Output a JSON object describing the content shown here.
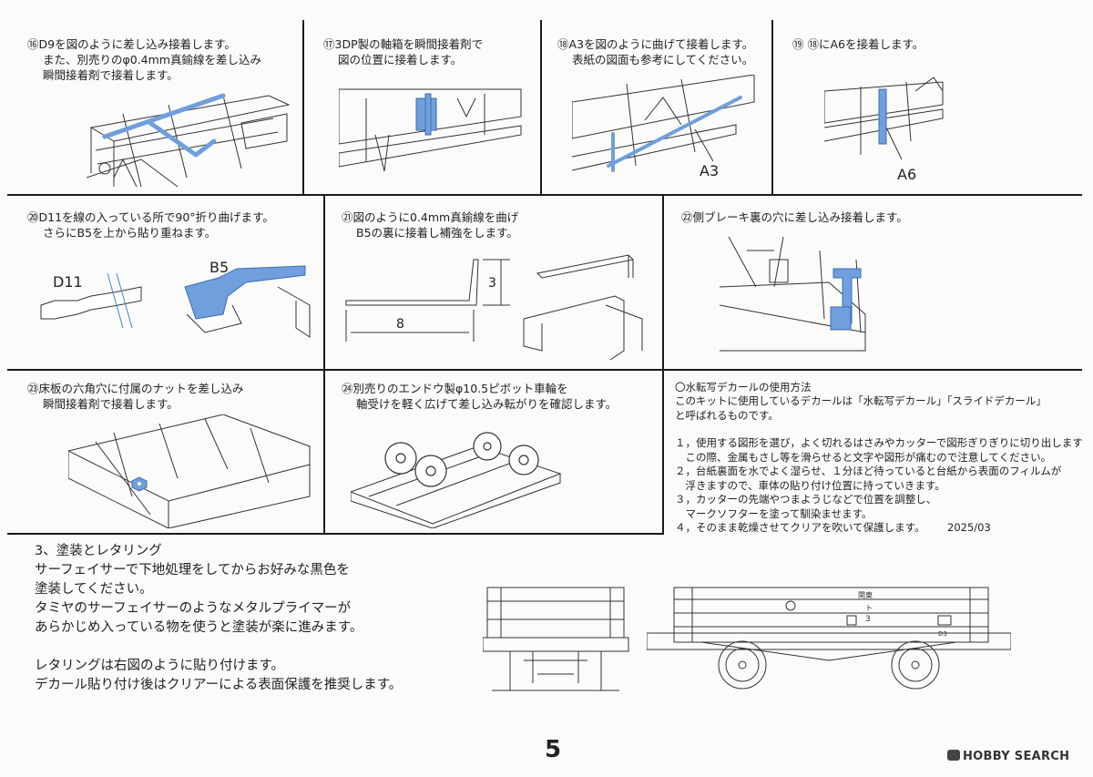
{
  "steps": [
    {
      "lines": [
        "⑯D9を図のように差し込み接着します。",
        "また、別売りのφ0.4mm真鍮線を差し込み",
        "瞬間接着剤で接着します。"
      ]
    },
    {
      "lines": [
        "⑰3DP製の軸箱を瞬間接着剤で",
        "図の位置に接着します。"
      ]
    },
    {
      "lines": [
        "⑱A3を図のように曲げて接着します。",
        "表紙の図面も参考にしてください。"
      ],
      "label": "A3"
    },
    {
      "lines": [
        "⑲ ⑱にA6を接着します。"
      ],
      "label": "A6"
    },
    {
      "lines": [
        "⑳D11を線の入っている所で90°折り曲げます。",
        "さらにB5を上から貼り重ねます。"
      ],
      "label1": "D11",
      "label2": "B5"
    },
    {
      "lines": [
        "㉑図のように0.4mm真鍮線を曲げ",
        "B5の裏に接着し補強をします。"
      ],
      "dim1": "3",
      "dim2": "8"
    },
    {
      "lines": [
        "㉒側ブレーキ裏の穴に差し込み接着します。"
      ]
    },
    {
      "lines": [
        "㉓床板の六角穴に付属のナットを差し込み",
        "瞬間接着剤で接着します。"
      ]
    },
    {
      "lines": [
        "㉔別売りのエンドウ製φ10.5ピボット車輪を",
        "軸受けを軽く広げて差し込み転がりを確認します。"
      ]
    }
  ],
  "decal": {
    "title": "〇水転写デカールの使用方法",
    "intro": [
      "このキットに使用しているデカールは「水転写デカール」「スライドデカール」",
      "と呼ばれるものです。"
    ],
    "items": [
      "１，使用する図形を選び，よく切れるはさみやカッターで図形ぎりぎりに切り出します",
      "　この際、金属もさし等を滑らせると文字や図形が痛むので注意してください。",
      "２，台紙裏面を水でよく湿らせ、１分ほど待っていると台紙から表面のフィルムが",
      "　浮きますので、車体の貼り付け位置に持っていきます。",
      "３，カッターの先端やつまようじなどで位置を調整し、",
      "　マークソフターを塗って馴染ませます。",
      "４，そのまま乾燥させてクリアを吹いて保護します。"
    ],
    "date": "2025/03"
  },
  "section3": {
    "lines": [
      "3、塗装とレタリング",
      "サーフェイサーで下地処理をしてからお好みな黒色を",
      "塗装してください。",
      "タミヤのサーフェイサーのようなメタルプライマーが",
      "あらかじめ入っている物を使うと塗装が楽に進みます。",
      "",
      "レタリングは右図のように貼り付けます。",
      "デカール貼り付け後はクリアーによる表面保護を推奨します。"
    ]
  },
  "lettering": {
    "text1": "関東",
    "text2": "ト",
    "text3": "3",
    "text4": "D3"
  },
  "page_number": "5",
  "logo": "HOBBY SEARCH",
  "colors": {
    "accent": "#6f9fdc",
    "line": "#1a1a1a"
  }
}
